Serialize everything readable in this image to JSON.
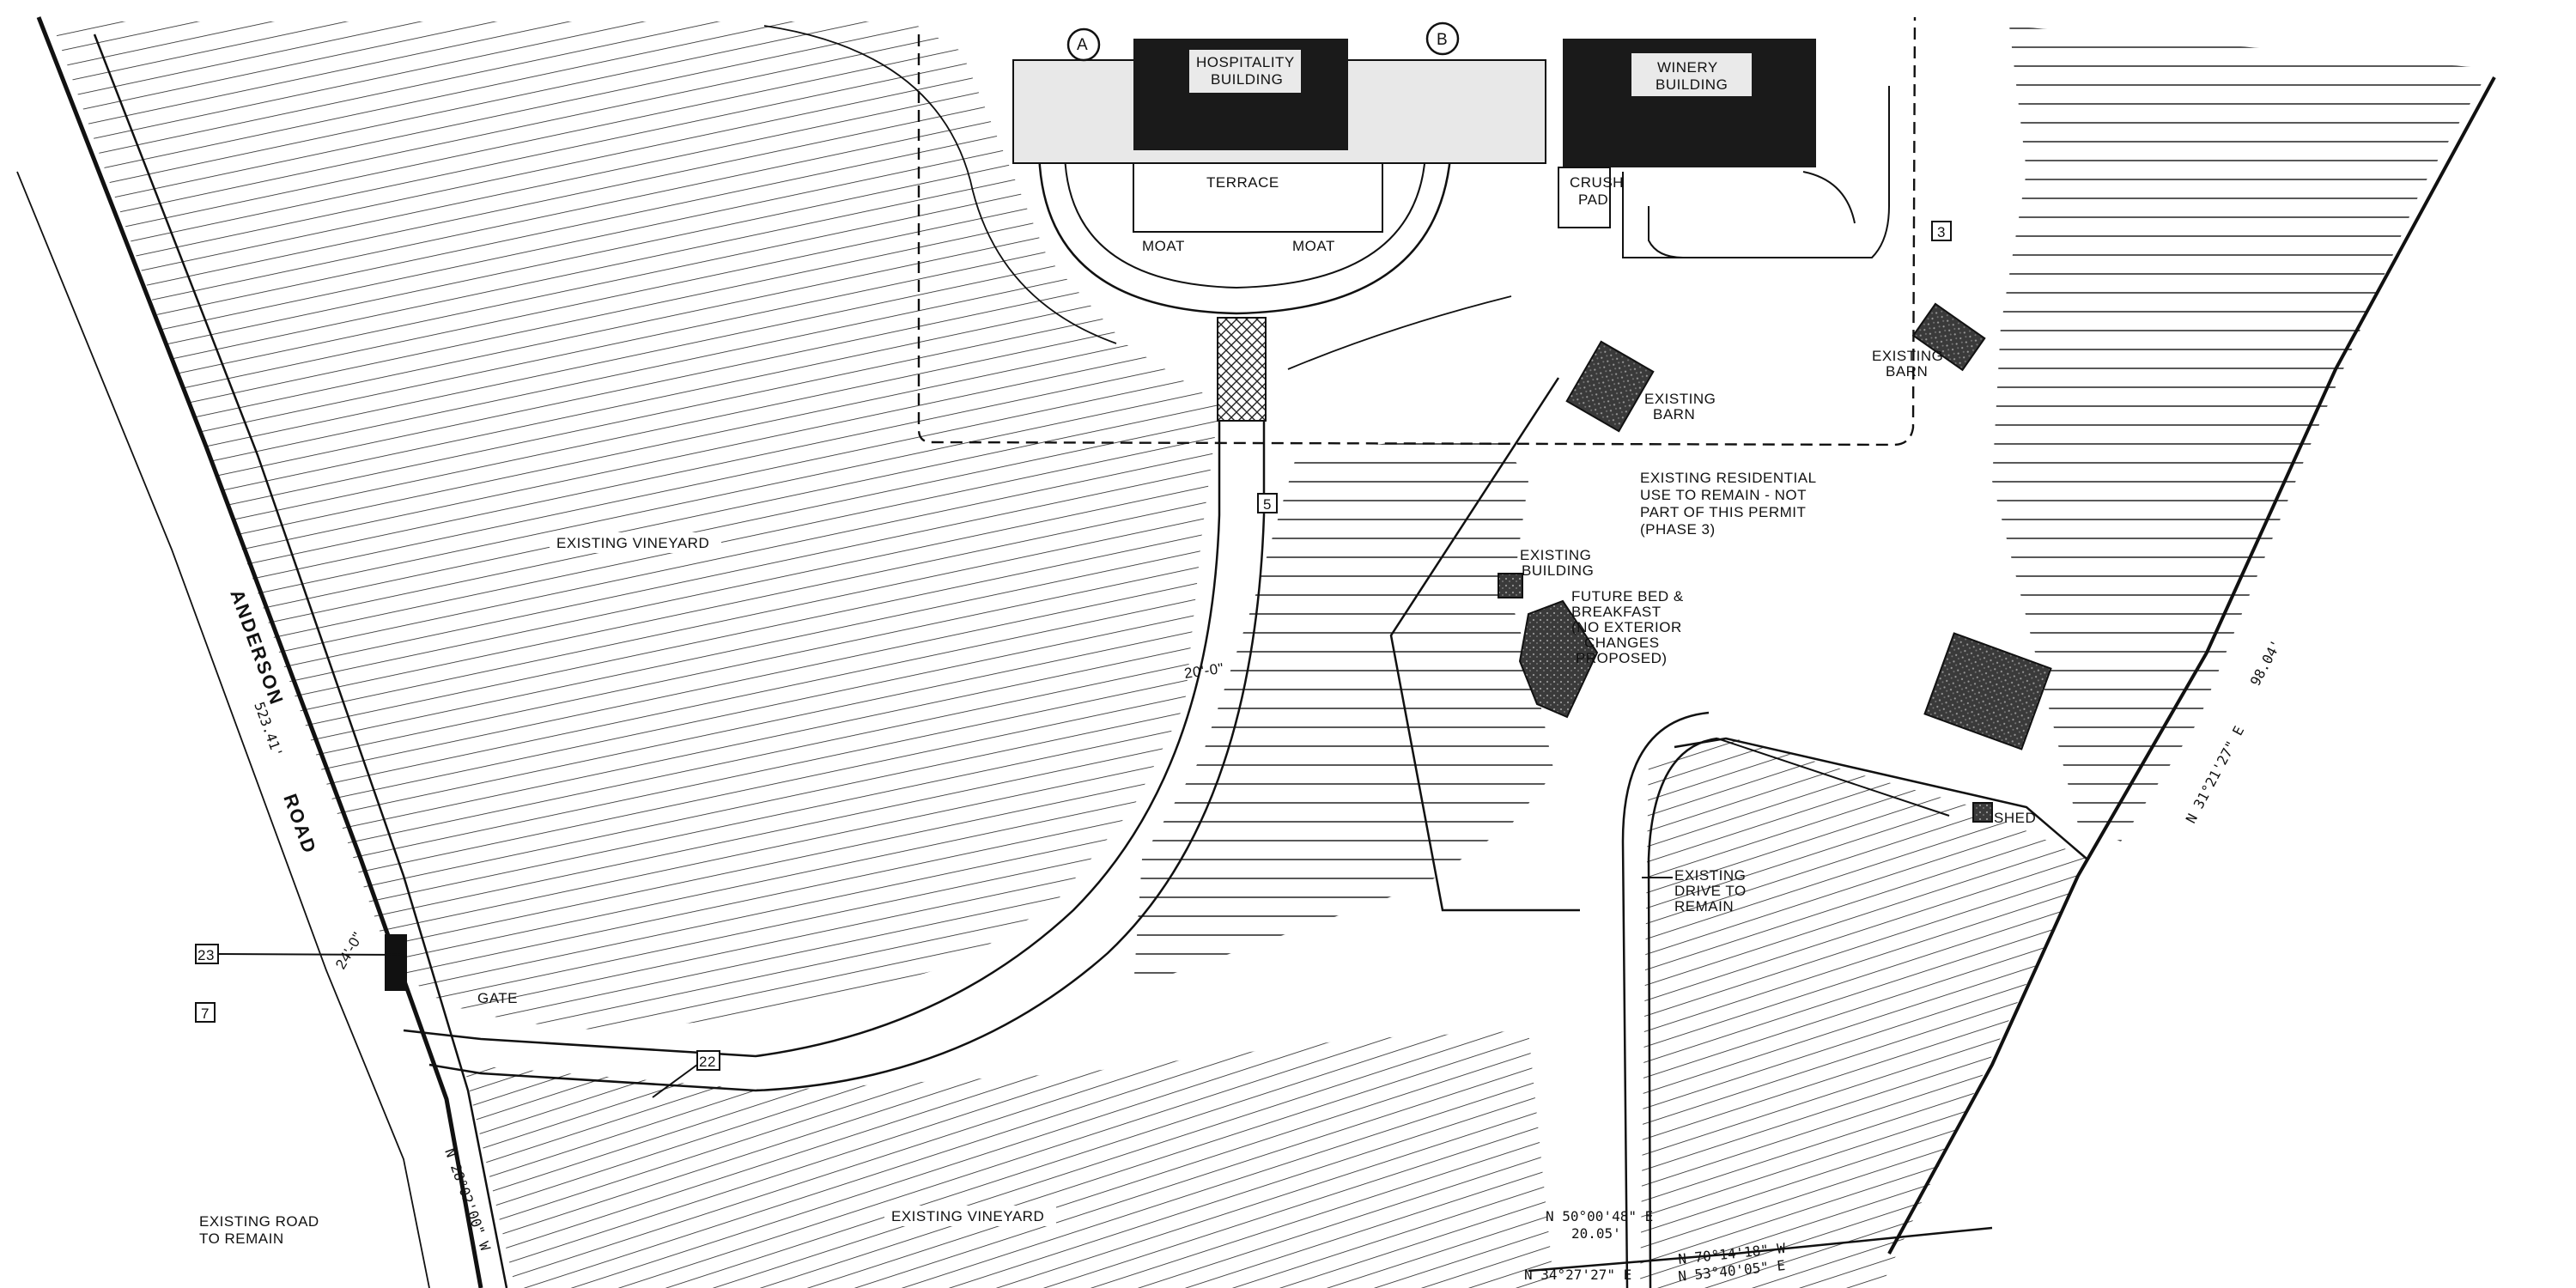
{
  "labels": {
    "marker_a": "A",
    "marker_b": "B",
    "hospitality_1": "HOSPITALITY",
    "hospitality_2": "BUILDING",
    "winery_1": "WINERY",
    "winery_2": "BUILDING",
    "terrace": "TERRACE",
    "moat_left": "MOAT",
    "moat_right": "MOAT",
    "crush_1": "CRUSH",
    "crush_2": "PAD",
    "existing_barn_center_1": "EXISTING",
    "existing_barn_center_2": "BARN",
    "existing_barn_right_1": "EXISTING",
    "existing_barn_right_2": "BARN",
    "residential_1": "EXISTING RESIDENTIAL",
    "residential_2": "USE TO REMAIN - NOT",
    "residential_3": "PART OF THIS PERMIT",
    "residential_4": "(PHASE 3)",
    "existing_building_1": "EXISTING",
    "existing_building_2": "BUILDING",
    "bnb_1": "FUTURE BED &",
    "bnb_2": "BREAKFAST",
    "bnb_3": "(NO EXTERIOR",
    "bnb_4": "CHANGES",
    "bnb_5": "PROPOSED)",
    "vineyard_upper": "EXISTING VINEYARD",
    "vineyard_lower": "EXISTING VINEYARD",
    "road_1": "ANDERSON",
    "road_2": "ROAD",
    "drive_1": "EXISTING",
    "drive_2": "DRIVE TO",
    "drive_3": "REMAIN",
    "shed": "SHED",
    "gate": "GATE",
    "existing_road_1": "EXISTING ROAD",
    "existing_road_2": "TO REMAIN",
    "dim_20": "20'-0\"",
    "dim_24": "24'-0\""
  },
  "bearings": {
    "b_top_left": "N 50°00'48\" E",
    "b_top_left_dist": "20.05'",
    "b_bottom_1": "N 70°14'18\" W",
    "b_bottom_2": "N 53°40'05\" E",
    "b_bottom_3": "N 34°27'27\" E",
    "b_right_edge": "N 31°21'27\" E",
    "b_right_edge_dist": "98.04'",
    "b_road_edge": "N 28°02'00\" W",
    "b_road_dist": "523.41'"
  },
  "keynotes": {
    "k3": "3",
    "k5": "5",
    "k7": "7",
    "k22": "22",
    "k23": "23"
  },
  "colors": {
    "ink": "#111111",
    "building_fill": "#1a1a1a",
    "paper": "#ffffff",
    "hatch": "#222222"
  }
}
